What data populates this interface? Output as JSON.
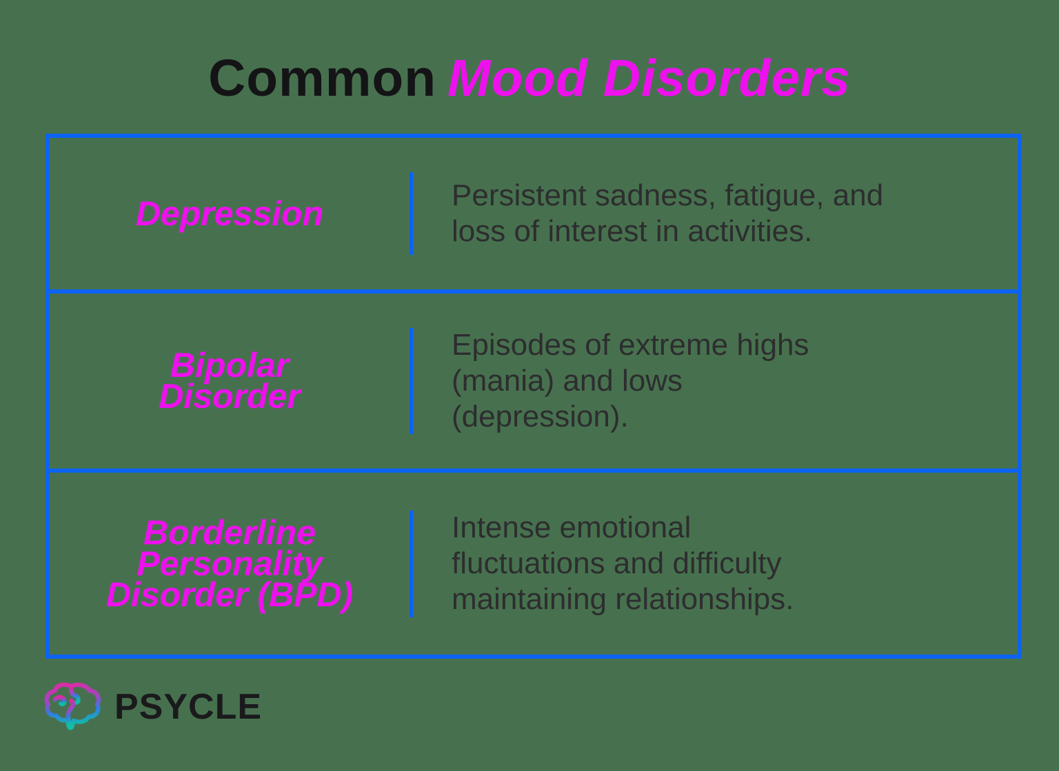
{
  "title": {
    "prefix": "Common",
    "highlight": "Mood Disorders",
    "full": "Common Mood Disorders"
  },
  "colors": {
    "background": "#47714E",
    "accent_blue": "#0C63F4",
    "accent_magenta": "#EE11EE",
    "title_text": "#141416",
    "description_text": "#2D2D2F",
    "brand_text": "#1A1A1C",
    "logo_gradient": [
      "#DE2BA2",
      "#9C48C4",
      "#2F7EE2",
      "#12BCA6"
    ]
  },
  "table": {
    "rows": [
      {
        "name": "Depression",
        "name_lines": [
          "Depression"
        ],
        "description": "Persistent sadness, fatigue, and loss of interest in activities.",
        "description_lines": [
          "Persistent sadness, fatigue, and",
          "loss of interest in activities."
        ]
      },
      {
        "name": "Bipolar Disorder",
        "name_lines": [
          "Bipolar",
          "Disorder"
        ],
        "description": "Episodes of extreme highs (mania) and lows (depression).",
        "description_lines": [
          "Episodes of extreme highs",
          "(mania) and lows",
          "(depression)."
        ]
      },
      {
        "name": "Borderline Personality Disorder (BPD)",
        "name_lines": [
          "Borderline",
          "Personality",
          "Disorder (BPD)"
        ],
        "description": "Intense emotional fluctuations and difficulty maintaining relationships.",
        "description_lines": [
          "Intense emotional",
          "fluctuations and difficulty",
          "maintaining relationships."
        ]
      }
    ]
  },
  "footer": {
    "brand": "PSYCLE",
    "logo_icon": "brain-icon"
  }
}
